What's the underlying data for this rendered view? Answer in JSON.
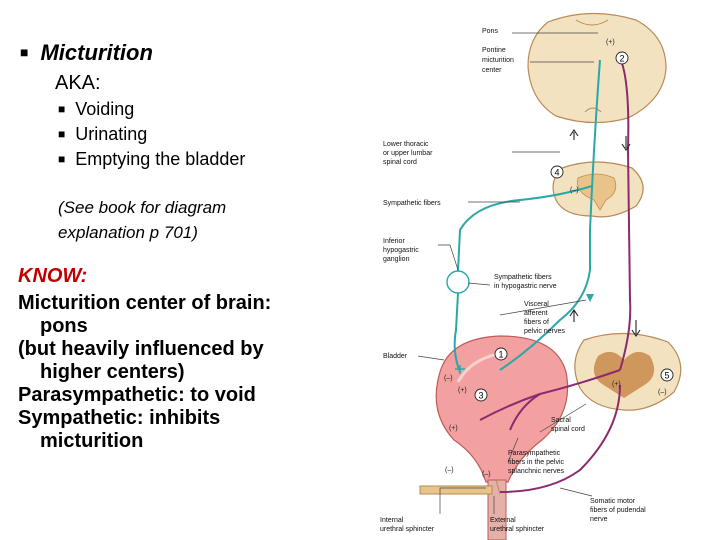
{
  "left": {
    "title": "Micturition",
    "aka": "AKA:",
    "aka_items": [
      "Voiding",
      "Urinating",
      "Emptying the bladder"
    ],
    "note_lines": [
      "(See book for diagram",
      "explanation p 701)"
    ],
    "know_heading": "KNOW:",
    "know_lines": [
      "Micturition center of brain:",
      "pons",
      "(but heavily influenced by",
      "higher centers)",
      "Parasympathetic: to void",
      "Sympathetic: inhibits",
      "micturition"
    ]
  },
  "figure": {
    "labels": {
      "pons": "Pons",
      "pmc1": "Pontine",
      "pmc2": "micturition",
      "pmc3": "center",
      "lt1": "Lower thoracic",
      "lt2": "or upper lumbar",
      "lt3": "spinal cord",
      "symp": "Sympathetic fibers",
      "ihg1": "Inferior",
      "ihg2": "hypogastric",
      "ihg3": "ganglion",
      "shn1": "Sympathetic fibers",
      "shn2": "in hypogastric nerve",
      "va1": "Visceral",
      "va2": "afferent",
      "va3": "fibers of",
      "va4": "pelvic nerves",
      "bladder": "Bladder",
      "sac1": "Sacral",
      "sac2": "spinal cord",
      "psp1": "Parasympathetic",
      "psp2": "fibers in the pelvic",
      "psp3": "splanchnic nerves",
      "sm1": "Somatic motor",
      "sm2": "fibers of pudendal",
      "sm3": "nerve",
      "ius1": "Internal",
      "ius2": "urethral sphincter",
      "eus1": "External",
      "eus2": "urethral sphincter"
    },
    "signs": {
      "plus": "(+)",
      "minus": "(–)"
    },
    "steps": [
      "1",
      "2",
      "3",
      "4",
      "5"
    ],
    "colors": {
      "parasympathetic": "#8b2a6e",
      "sympathetic": "#2aa7a8",
      "afferent": "#2aa7a8",
      "bladder": "#f2a0a0",
      "cord": "#f3e2c0",
      "gray_matter": "#c98a4b",
      "sphincter": "#e9c48a"
    }
  }
}
